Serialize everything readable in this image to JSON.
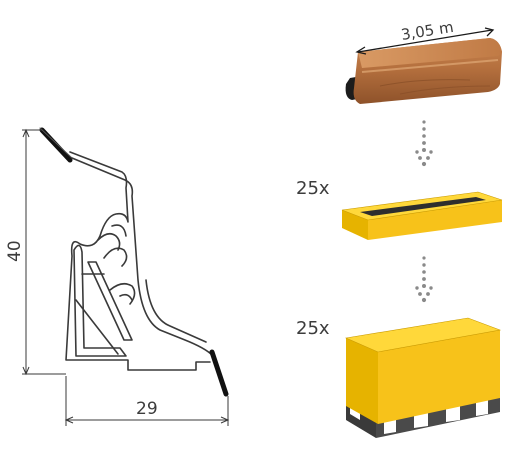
{
  "profile": {
    "height_label": "40",
    "width_label": "29"
  },
  "packaging": {
    "length_label": "3,05 m",
    "steps": [
      {
        "quantity_label": "25x",
        "item": "carton-box"
      },
      {
        "quantity_label": "25x",
        "item": "pallet-box"
      }
    ],
    "colors": {
      "box_yellow": "#f7c21a",
      "box_shade": "#d9a400",
      "wood": "#b5703e",
      "pallet": "#4a4a4a",
      "arrow_dots": "#8a8a8a"
    }
  }
}
